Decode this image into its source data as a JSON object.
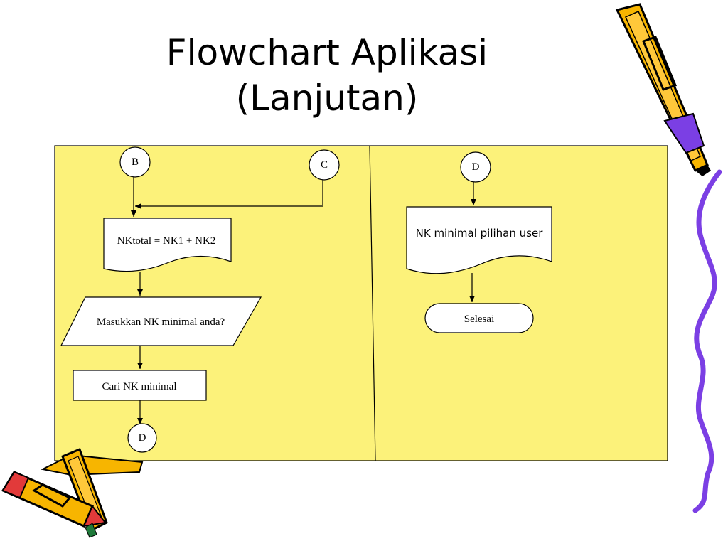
{
  "slide": {
    "title_line1": "Flowchart Aplikasi",
    "title_line2": "(Lanjutan)"
  },
  "flowchart": {
    "left": {
      "connector_b": "B",
      "connector_c": "C",
      "process_doc": "NKtotal = NK1 + NK2",
      "input": "Masukkan NK minimal anda?",
      "process": "Cari NK minimal",
      "connector_d": "D"
    },
    "right": {
      "connector_d": "D",
      "output_doc": "NK minimal pilihan user",
      "terminator": "Selesai"
    }
  },
  "colors": {
    "panel_fill": "#FCF27A",
    "line": "#000000",
    "pencil_body": "#F7B500",
    "pencil_accent": "#7B3FE4",
    "squiggle": "#7B3FE4",
    "eraser": "#E23A3A"
  },
  "decor": {
    "icons": [
      "pencil-icon",
      "pencil-icon",
      "squiggle-line"
    ]
  }
}
